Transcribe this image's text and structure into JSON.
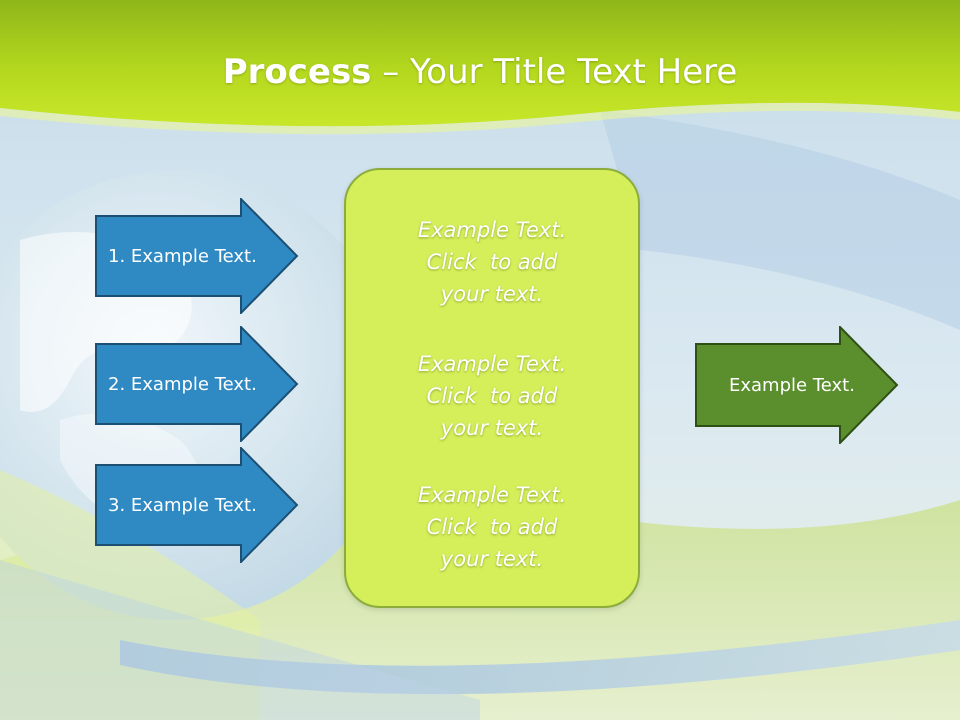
{
  "title": {
    "bold": "Process",
    "rest": " – Your Title Text Here"
  },
  "left_arrows": [
    {
      "label": "1. Example Text."
    },
    {
      "label": "2. Example Text."
    },
    {
      "label": "3. Example Text."
    }
  ],
  "center_box": {
    "items": [
      "Example Text.\nClick  to add\nyour text.",
      "Example Text.\nClick  to add\nyour text.",
      "Example Text.\nClick  to add\nyour text."
    ]
  },
  "right_arrow": {
    "label": "Example Text."
  },
  "colors": {
    "header_green": "#b8dc1c",
    "blue_arrow": "#2f8ac4",
    "green_arrow": "#5b8e2d",
    "center_box": "#d4ef5a"
  }
}
